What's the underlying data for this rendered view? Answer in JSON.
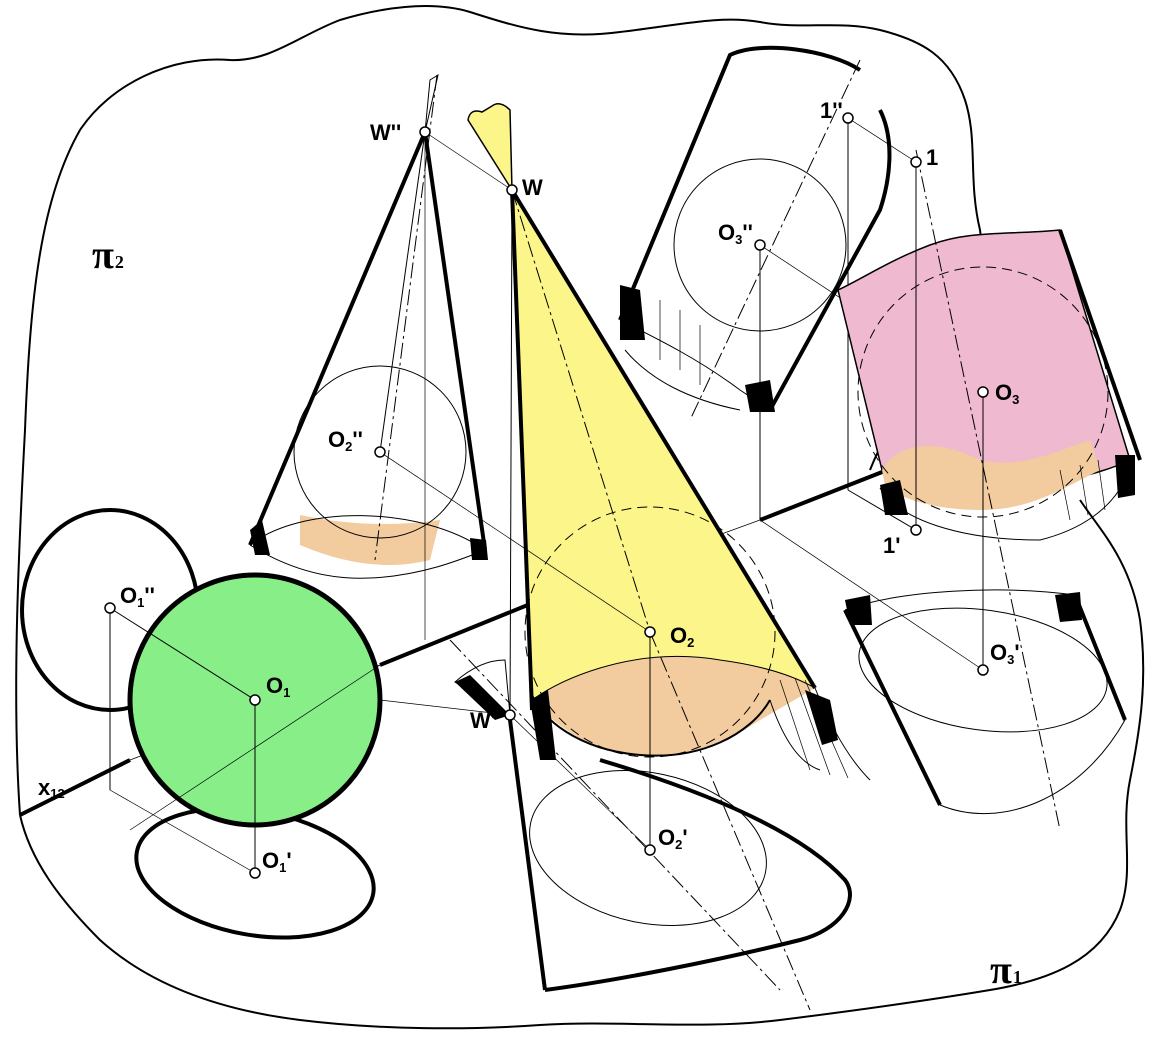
{
  "planes": {
    "frontal": {
      "letter": "π",
      "sub": "2"
    },
    "horizontal": {
      "letter": "π",
      "sub": "1"
    },
    "axis": {
      "letter": "x",
      "sub": "12"
    }
  },
  "points": {
    "o1_front": {
      "letter": "O",
      "sub": "1",
      "mark": "''"
    },
    "o1": {
      "letter": "O",
      "sub": "1",
      "mark": ""
    },
    "o1_top": {
      "letter": "O",
      "sub": "1",
      "mark": "'"
    },
    "w_front": {
      "letter": "W",
      "sub": "",
      "mark": "''"
    },
    "w": {
      "letter": "W",
      "sub": "",
      "mark": ""
    },
    "w_top": {
      "letter": "W",
      "sub": "",
      "mark": "'"
    },
    "o2_front": {
      "letter": "O",
      "sub": "2",
      "mark": "''"
    },
    "o2": {
      "letter": "O",
      "sub": "2",
      "mark": ""
    },
    "o2_top": {
      "letter": "O",
      "sub": "2",
      "mark": "'"
    },
    "o3_front": {
      "letter": "O",
      "sub": "3",
      "mark": "''"
    },
    "o3": {
      "letter": "O",
      "sub": "3",
      "mark": ""
    },
    "o3_top": {
      "letter": "O",
      "sub": "3",
      "mark": "'"
    },
    "p1_front": {
      "letter": "1",
      "sub": "",
      "mark": "''"
    },
    "p1": {
      "letter": "1",
      "sub": "",
      "mark": ""
    },
    "p1_top": {
      "letter": "1",
      "sub": "",
      "mark": "'"
    }
  },
  "colors": {
    "sphere": "#88ee88",
    "cone": "#fbf58a",
    "cylinder": "#efb9d0",
    "base": "#f2cc9e",
    "outline": "#000000",
    "background": "#ffffff"
  }
}
